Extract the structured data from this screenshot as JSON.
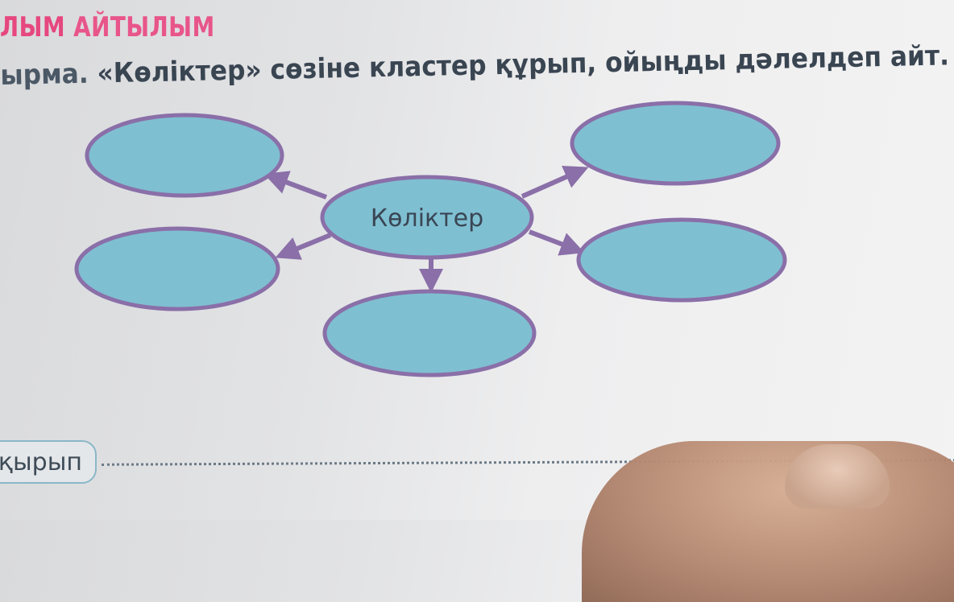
{
  "section": {
    "title_prefix": "ЛЫМ",
    "title_rest": "АЙТЫЛЫМ"
  },
  "task": {
    "label": "ырма.",
    "text": "«Көліктер» сөзіне кластер құрып, ойыңды дәлелдеп айт."
  },
  "cluster": {
    "center_label": "Көліктер",
    "bubbles": [
      "",
      "",
      "",
      "",
      ""
    ]
  },
  "answer": {
    "topic_label": "қырып"
  },
  "colors": {
    "bubble_fill": "#7fbfd2",
    "bubble_stroke": "#8a6fa8",
    "arrow": "#8a6fa8",
    "title_pink": "#e6477e"
  }
}
